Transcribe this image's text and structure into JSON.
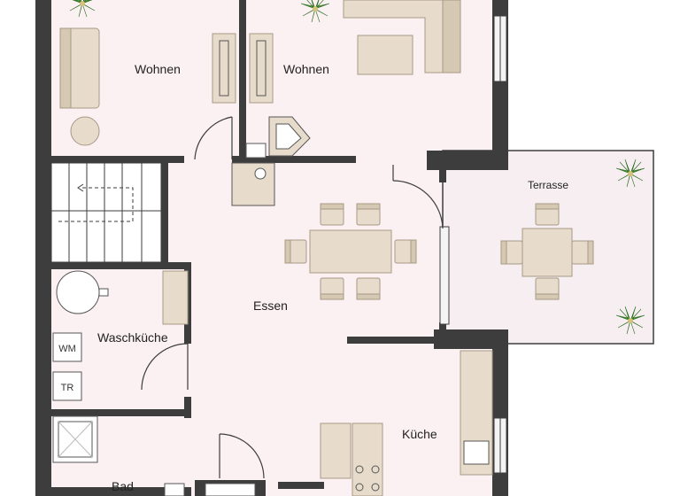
{
  "rooms": {
    "wohnen_left": "Wohnen",
    "wohnen_right": "Wohnen",
    "essen": "Essen",
    "waschkueche": "Waschküche",
    "kueche": "Küche",
    "bad": "Bad",
    "terrasse": "Terrasse"
  },
  "appliances": {
    "washer": "WM",
    "dryer": "TR"
  },
  "colors": {
    "wall": "#3d3d3d",
    "floor": "#fbf1f3",
    "terrace": "#f6eef0",
    "furniture": "#e7dccb",
    "furniture_stroke": "#a79985",
    "plant": "#3f8f2f",
    "window": "#f4f4f4"
  },
  "icons": {
    "plant": "potted-plant-icon",
    "stairs": "staircase-icon"
  }
}
